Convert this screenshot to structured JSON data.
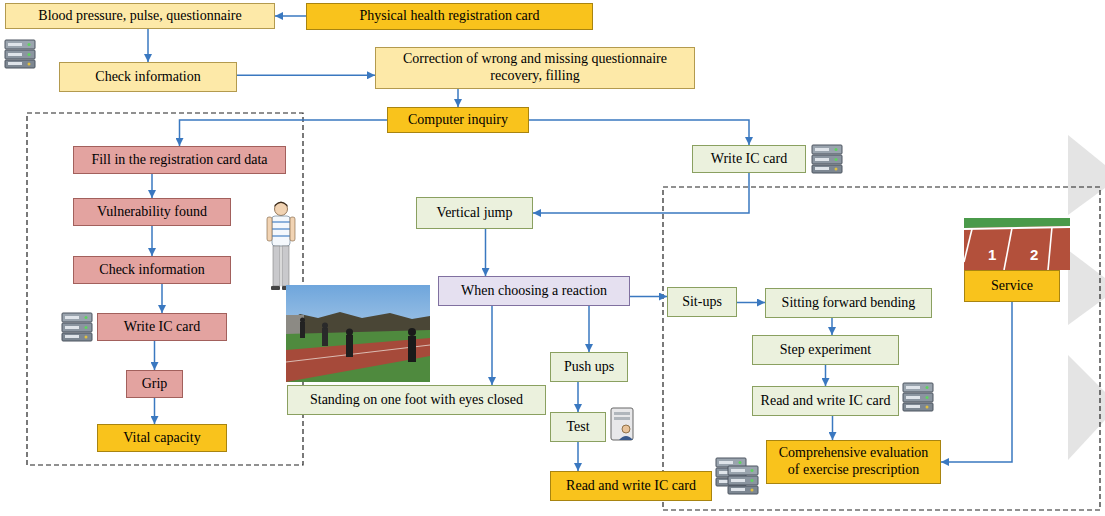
{
  "diagram": {
    "nodes": [
      {
        "text": [
          "Blood pressure, pulse, questionnaire"
        ]
      },
      {
        "text": [
          "Physical health registration card"
        ]
      },
      {
        "text": [
          "Check information"
        ]
      },
      {
        "text": [
          "Correction of wrong and missing questionnaire recovery, filling"
        ]
      },
      {
        "text": [
          "Computer inquiry"
        ]
      },
      {
        "text": [
          "Fill in the registration card data"
        ]
      },
      {
        "text": [
          "Vulnerability found"
        ]
      },
      {
        "text": [
          "Check information"
        ]
      },
      {
        "text": [
          "Write IC card"
        ]
      },
      {
        "text": [
          "Grip"
        ]
      },
      {
        "text": [
          "Vital capacity"
        ]
      },
      {
        "text": [
          "Write IC card"
        ]
      },
      {
        "text": [
          "Vertical jump"
        ]
      },
      {
        "text": [
          "When choosing a reaction"
        ]
      },
      {
        "text": [
          "Sit-ups"
        ]
      },
      {
        "text": [
          "Sitting forward bending"
        ]
      },
      {
        "text": [
          "Push ups"
        ]
      },
      {
        "text": [
          "Step experiment"
        ]
      },
      {
        "text": [
          "Standing on one foot with eyes closed"
        ]
      },
      {
        "text": [
          "Test"
        ]
      },
      {
        "text": [
          "Read and write IC card"
        ]
      },
      {
        "text": [
          "Read and write IC card"
        ]
      },
      {
        "text": [
          "Comprehensive evaluation of exercise prescription"
        ]
      },
      {
        "text": [
          "Service"
        ]
      }
    ],
    "edges": [
      {
        "from": 1,
        "to": 0,
        "arrow": "to"
      },
      {
        "from": 0,
        "to": 2,
        "arrow": "to"
      },
      {
        "from": 2,
        "to": 3,
        "arrow": "to"
      },
      {
        "from": 3,
        "to": 4,
        "arrow": "to"
      },
      {
        "from": 4,
        "to": 5,
        "arrow": "to"
      },
      {
        "from": 4,
        "to": 11,
        "arrow": "to"
      },
      {
        "from": 5,
        "to": 6,
        "arrow": "to"
      },
      {
        "from": 6,
        "to": 7,
        "arrow": "to"
      },
      {
        "from": 7,
        "to": 8,
        "arrow": "to"
      },
      {
        "from": 8,
        "to": 9,
        "arrow": "to"
      },
      {
        "from": 9,
        "to": 10,
        "arrow": "to"
      },
      {
        "from": 11,
        "to": 12,
        "arrow": "to"
      },
      {
        "from": 12,
        "to": 13,
        "arrow": "to"
      },
      {
        "from": 13,
        "to": 14,
        "arrow": "to"
      },
      {
        "from": 13,
        "to": 18,
        "arrow": "to"
      },
      {
        "from": 13,
        "to": 16,
        "arrow": "to"
      },
      {
        "from": 14,
        "to": 15,
        "arrow": "to"
      },
      {
        "from": 15,
        "to": 17,
        "arrow": "to"
      },
      {
        "from": 17,
        "to": 20,
        "arrow": "to"
      },
      {
        "from": 20,
        "to": 22,
        "arrow": "to"
      },
      {
        "from": 16,
        "to": 19,
        "arrow": "to"
      },
      {
        "from": 19,
        "to": 21,
        "arrow": "to"
      },
      {
        "from": 23,
        "to": 22,
        "arrow": "to"
      }
    ],
    "labels": [
      "1",
      "2"
    ]
  }
}
